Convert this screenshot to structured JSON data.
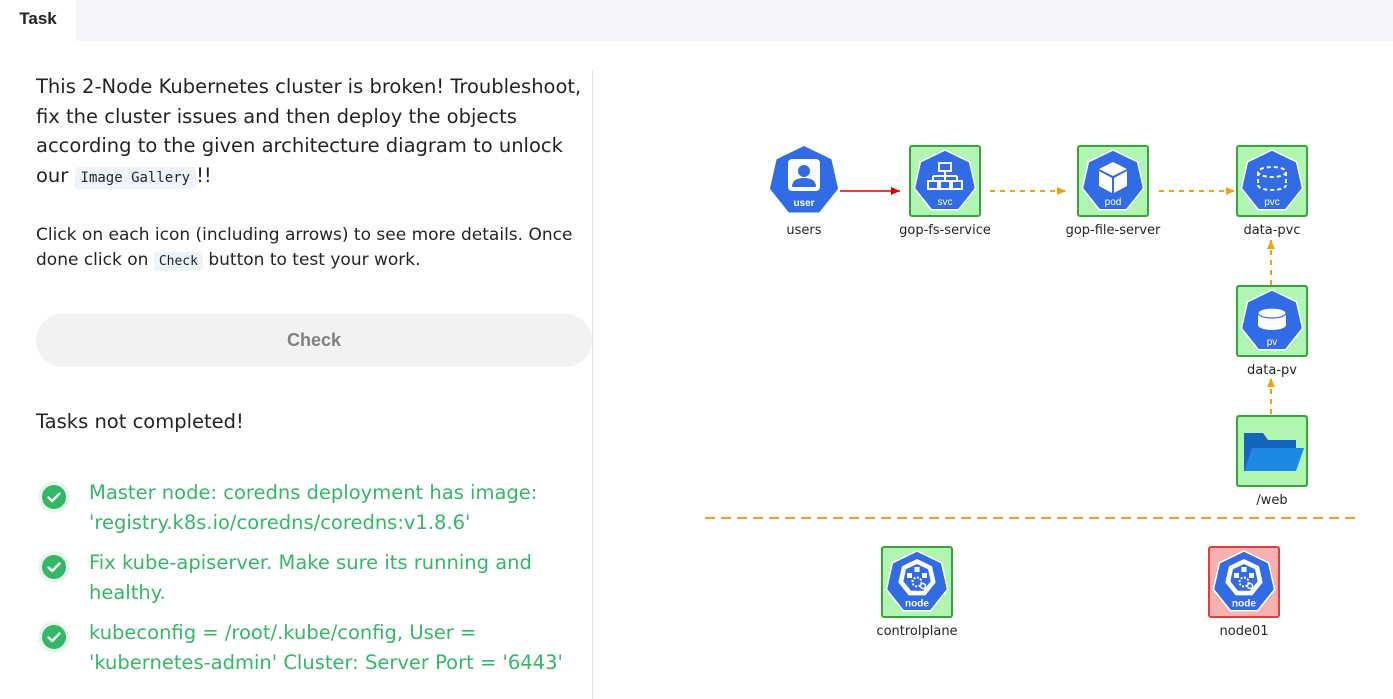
{
  "tabs": [
    {
      "label": "Task"
    }
  ],
  "intro": {
    "text_before": "This 2-Node Kubernetes cluster is broken! Troubleshoot, fix the cluster issues and then deploy the objects according to the given architecture diagram to unlock our",
    "code": "Image Gallery",
    "text_after": "!!"
  },
  "instruction": {
    "text_before": "Click on each icon (including arrows) to see more details. Once done click on",
    "code": "Check",
    "text_after": "button to test your work."
  },
  "check_button": {
    "label": "Check"
  },
  "status": "Tasks not completed!",
  "tasks": [
    {
      "text": "Master node: coredns deployment has image: 'registry.k8s.io/coredns/coredns:v1.8.6'",
      "done": true
    },
    {
      "text": "Fix kube-apiserver. Make sure its running and healthy.",
      "done": true
    },
    {
      "text": "kubeconfig = /root/.kube/config, User = 'kubernetes-admin' Cluster: Server Port = '6443'",
      "done": true
    }
  ],
  "diagram": {
    "nodes": {
      "users": {
        "label": "users",
        "kind": "user",
        "icon": "user-icon"
      },
      "service": {
        "label": "gop-fs-service",
        "kind": "svc",
        "icon": "service-icon"
      },
      "pod": {
        "label": "gop-file-server",
        "kind": "pod",
        "icon": "pod-icon"
      },
      "pvc": {
        "label": "data-pvc",
        "kind": "pvc",
        "icon": "pvc-icon"
      },
      "pv": {
        "label": "data-pv",
        "kind": "pv",
        "icon": "pv-icon"
      },
      "web": {
        "label": "/web",
        "icon": "folder-icon"
      },
      "controlplane": {
        "label": "controlplane",
        "kind": "node",
        "icon": "node-icon",
        "status": "ok"
      },
      "node01": {
        "label": "node01",
        "kind": "node",
        "icon": "node-icon",
        "status": "error"
      }
    }
  },
  "colors": {
    "success": "#33b865",
    "k8s_blue": "#326ce5",
    "ok_fill": "#b0f5b1",
    "ok_border": "#37a53a",
    "error_fill": "#f7b1b1",
    "error_border": "#e23c3c",
    "arrow_dashed": "#f0a30a",
    "arrow_solid": "#e00000"
  }
}
